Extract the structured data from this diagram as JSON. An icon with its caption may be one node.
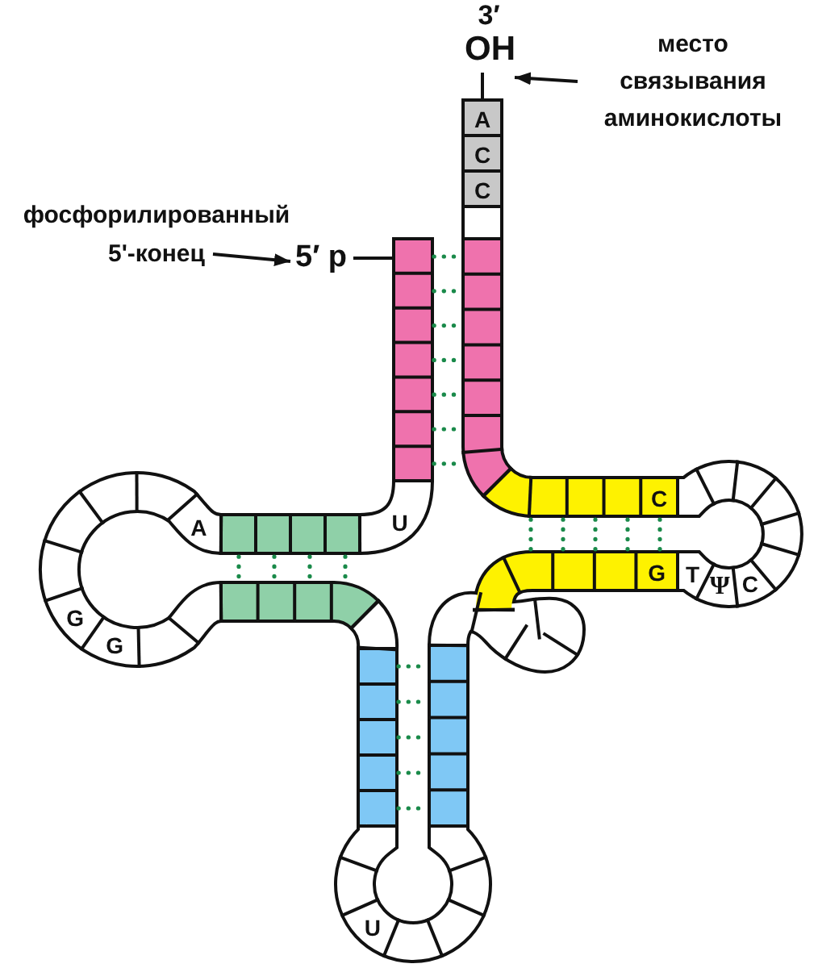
{
  "diagram": {
    "nodes": [
      {
        "text": [
          "место связывания аминокислоты"
        ]
      },
      {
        "text": [
          "3′",
          "OH"
        ]
      },
      {
        "text": [
          "фосфорилированный 5'-конец"
        ]
      },
      {
        "text": [
          "5′ p"
        ]
      }
    ],
    "edges": [
      {
        "from": 0,
        "to": 1,
        "arrow": "to"
      },
      {
        "from": 2,
        "to": 3,
        "arrow": "to"
      }
    ],
    "labels": [
      "A",
      "C",
      "C",
      "U",
      "A",
      "C",
      "G",
      "T",
      "Ψ",
      "C",
      "G",
      "G",
      "U"
    ]
  }
}
